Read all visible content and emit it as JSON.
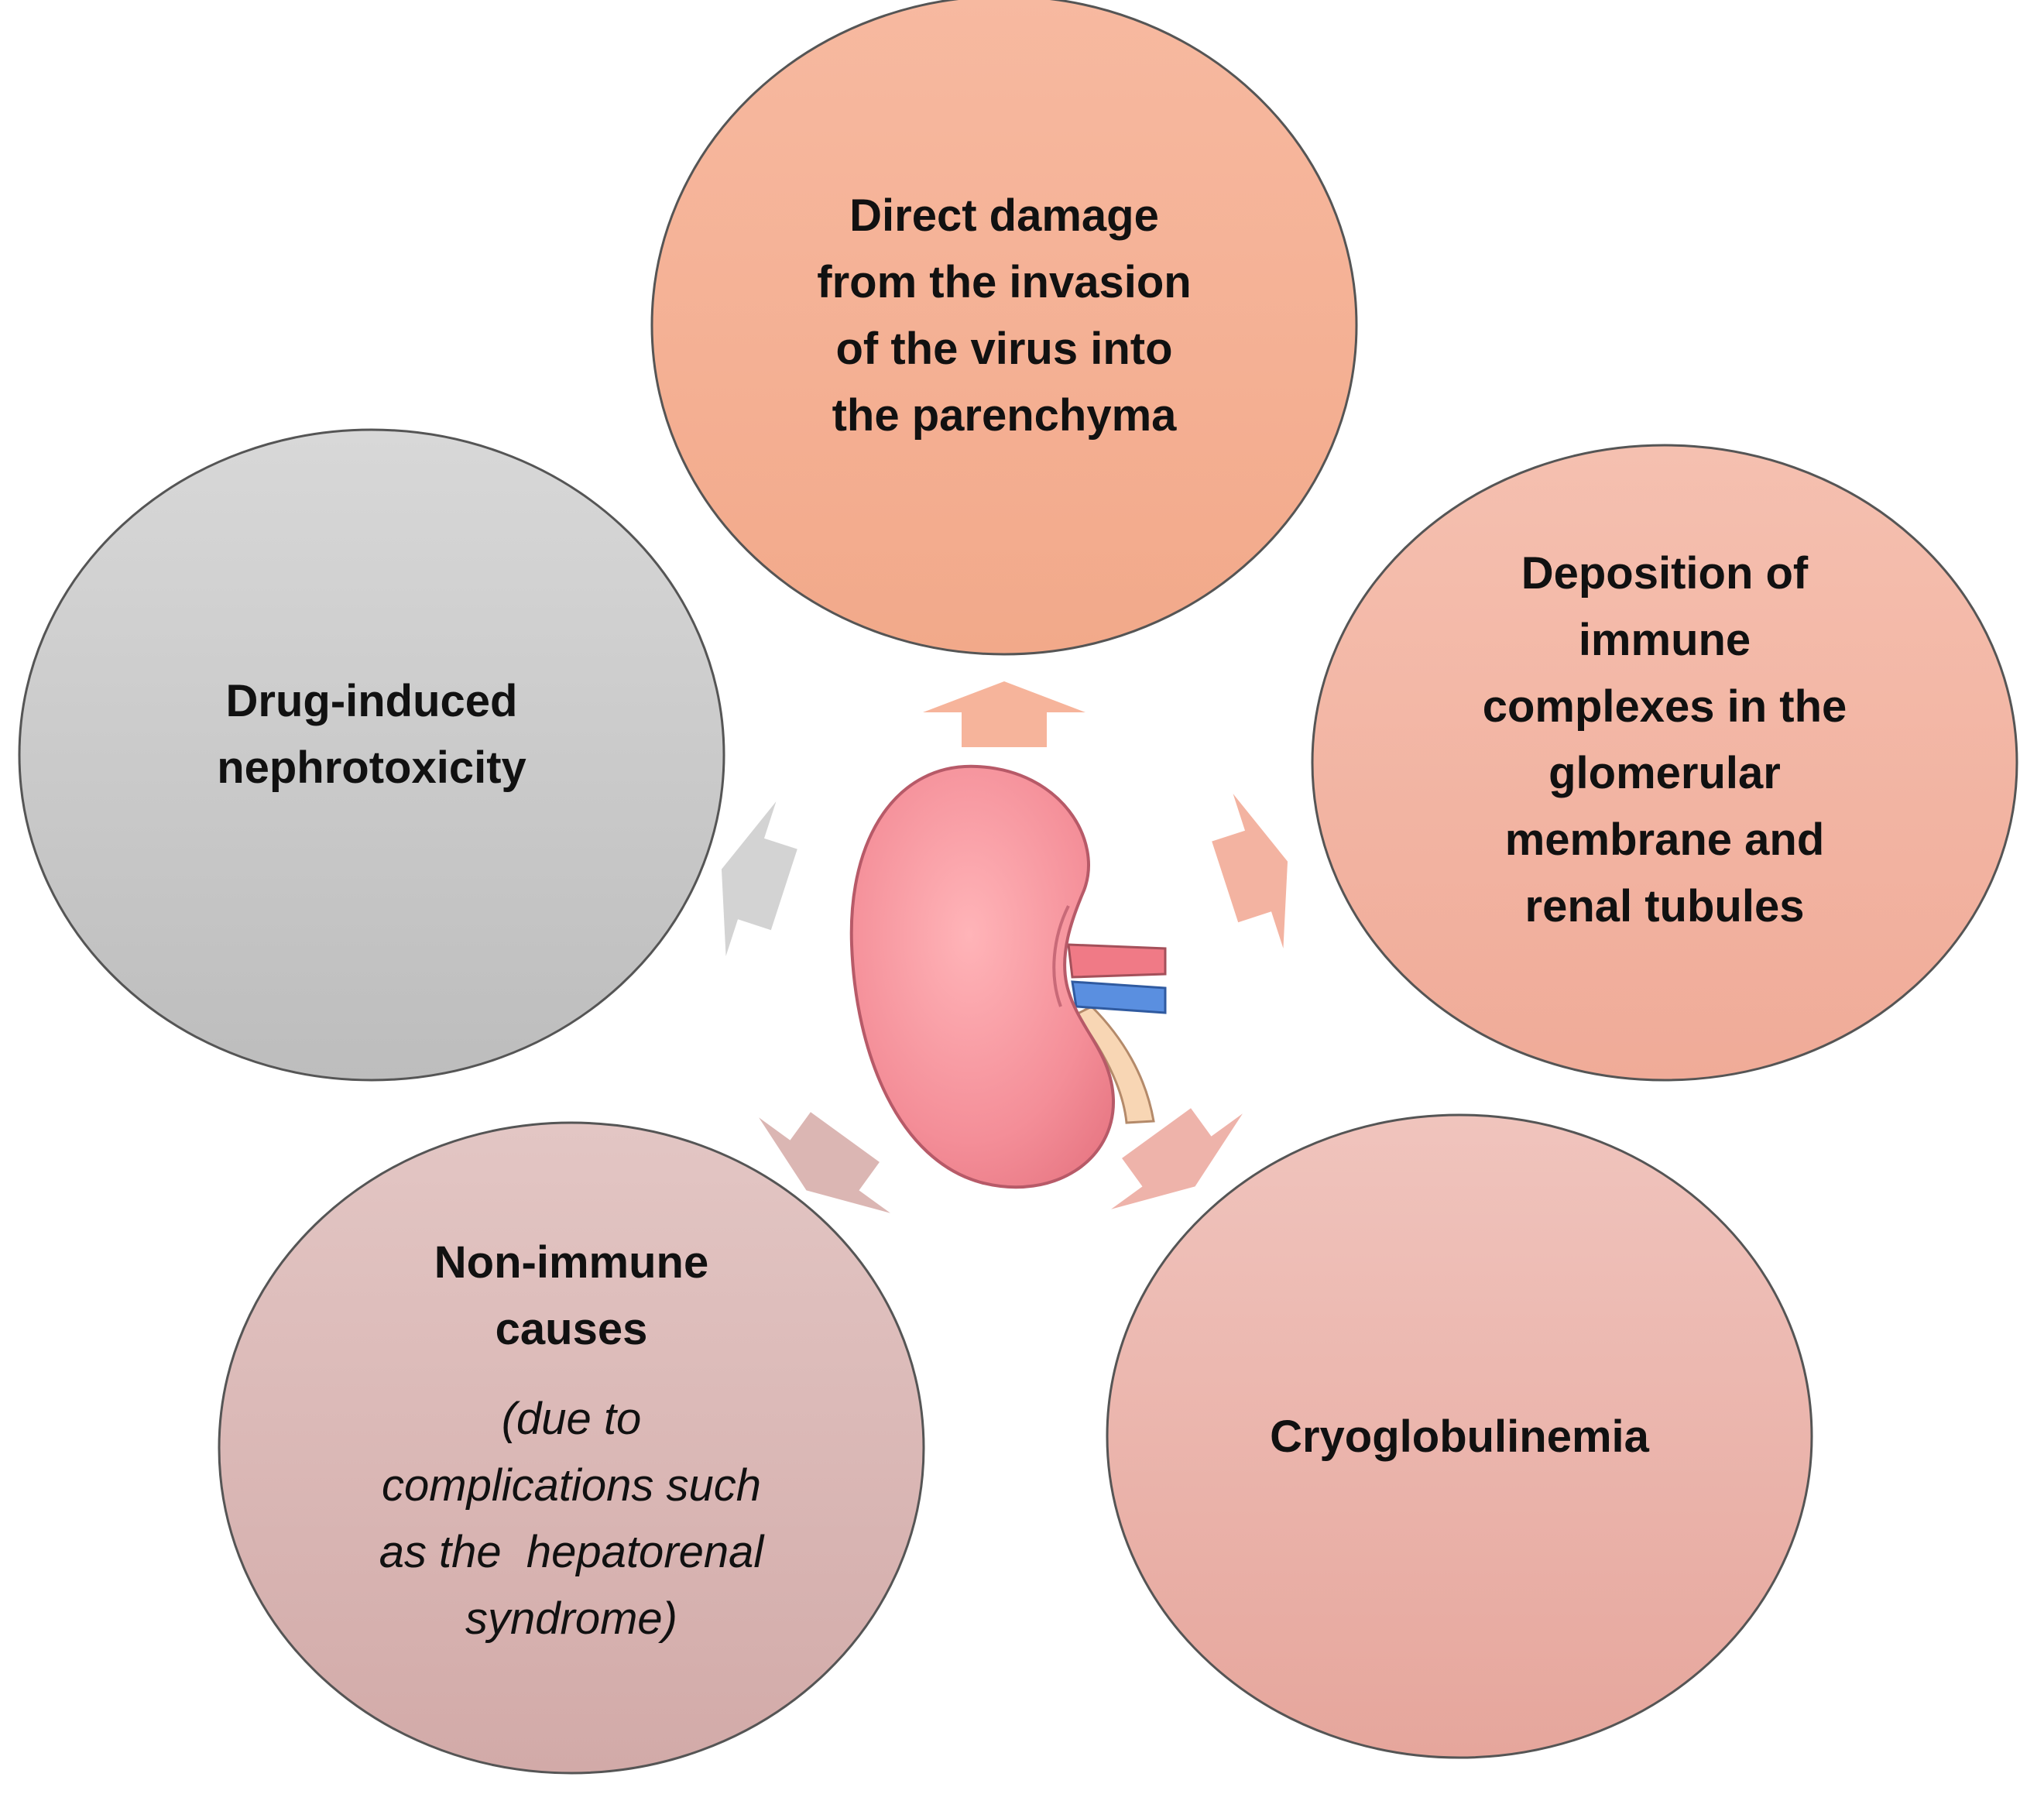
{
  "center": {
    "organ": "kidney",
    "icon": "kidney-icon"
  },
  "nodes": [
    {
      "id": "direct-damage",
      "lines": [
        "Direct damage",
        "from the invasion",
        "of the virus into",
        "the parenchyma"
      ],
      "note_lines": [],
      "color_top": "#f7b9a0",
      "color_bottom": "#f2a98a"
    },
    {
      "id": "immune-complexes",
      "lines": [
        "Deposition of",
        "immune",
        "complexes in the",
        "glomerular",
        "membrane and",
        "renal tubules"
      ],
      "note_lines": [],
      "color_top": "#f5c0b0",
      "color_bottom": "#f0ab98"
    },
    {
      "id": "cryoglobulinemia",
      "lines": [
        "Cryoglobulinemia"
      ],
      "note_lines": [],
      "color_top": "#f0c4bd",
      "color_bottom": "#e6a69c"
    },
    {
      "id": "non-immune",
      "lines": [
        "Non-immune",
        "causes"
      ],
      "note_lines": [
        "(due to",
        "complications such",
        "as the  hepatorenal",
        "syndrome)"
      ],
      "color_top": "#e3c6c4",
      "color_bottom": "#d2aaa8"
    },
    {
      "id": "drug-induced",
      "lines": [
        "Drug-induced",
        "nephrotoxicity"
      ],
      "note_lines": [],
      "color_top": "#d8d8d8",
      "color_bottom": "#bdbdbd"
    }
  ],
  "arrows": [
    {
      "target": "direct-damage",
      "color": "#f6b49b"
    },
    {
      "target": "immune-complexes",
      "color": "#f3b3a1"
    },
    {
      "target": "cryoglobulinemia",
      "color": "#eeb3aa"
    },
    {
      "target": "non-immune",
      "color": "#dbb6b3"
    },
    {
      "target": "drug-induced",
      "color": "#d3d3d3"
    }
  ]
}
